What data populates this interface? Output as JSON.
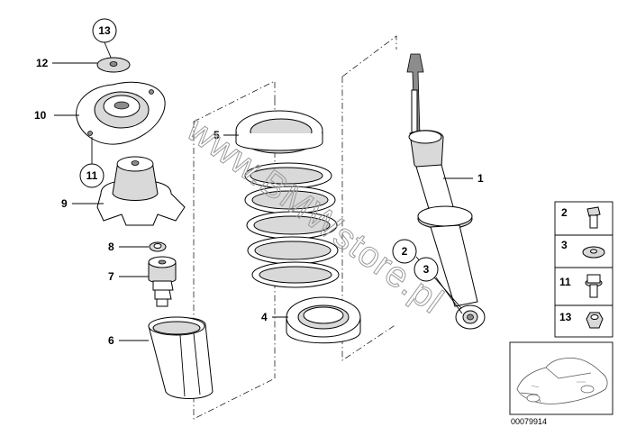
{
  "labels": {
    "p1": "1",
    "p2": "2",
    "p3": "3",
    "p4": "4",
    "p5": "5",
    "p6": "6",
    "p7": "7",
    "p8": "8",
    "p9": "9",
    "p10": "10",
    "p11": "11",
    "p12": "12",
    "p13": "13"
  },
  "legend": {
    "items": [
      "2",
      "3",
      "11",
      "13"
    ]
  },
  "watermark": "www.BMWstore.pl",
  "diagram_code": "00079914"
}
